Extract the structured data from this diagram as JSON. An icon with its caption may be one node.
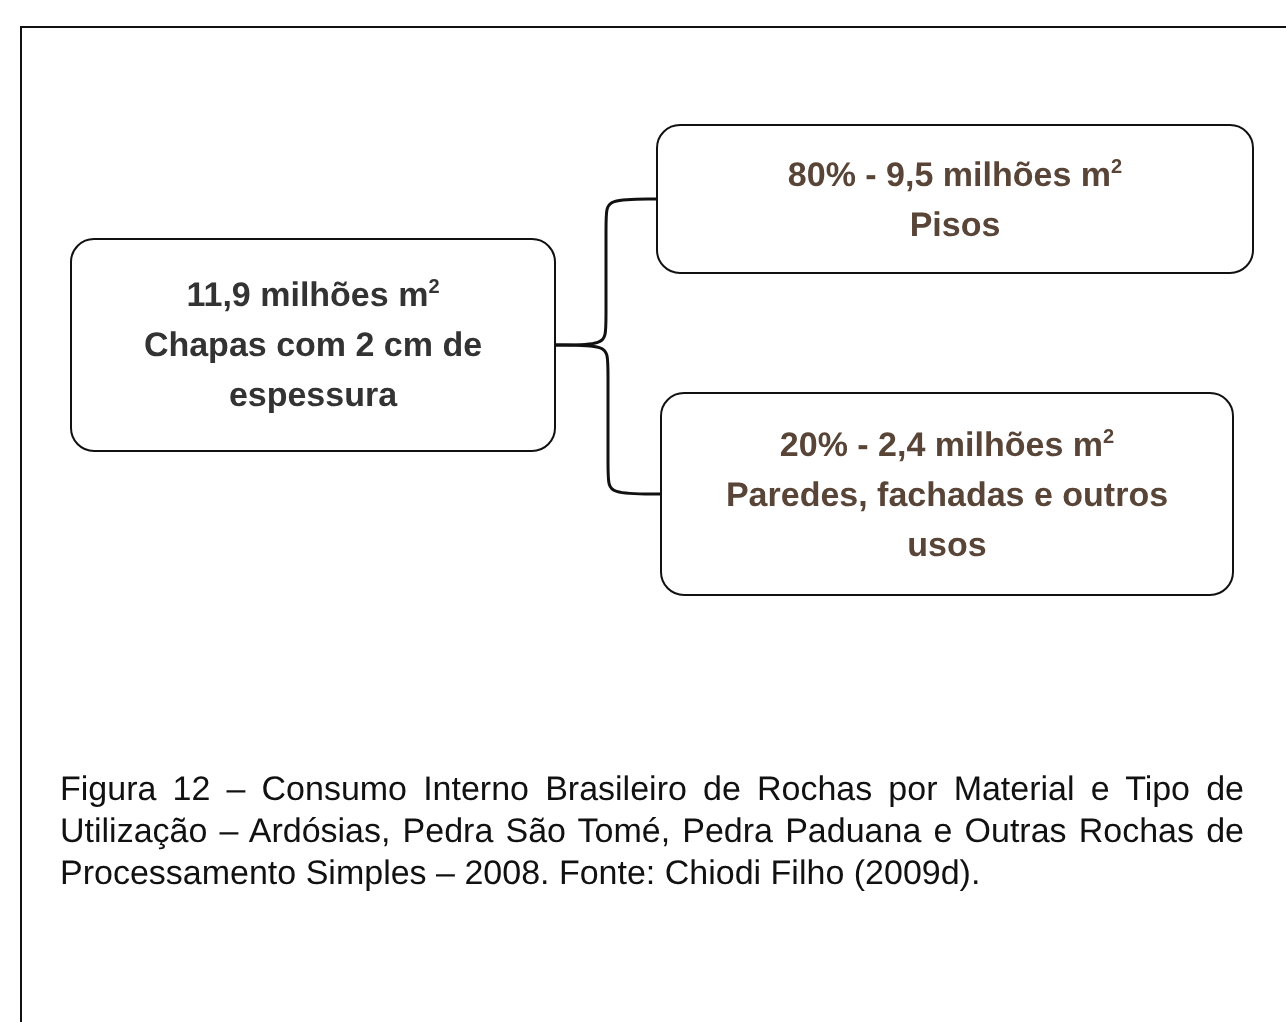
{
  "diagram": {
    "caption": "Figura 12 – Consumo Interno Brasileiro de Rochas por Material e Tipo de Utilização – Ardósias, Pedra São Tomé, Pedra Paduana e Outras Rochas de Processamento Simples – 2008. Fonte: Chiodi Filho (2009d).",
    "nodes": [
      {
        "text": [
          "11,9 milhões m$^{2}$",
          "Chapas com 2 cm de espessura"
        ]
      },
      {
        "text": [
          "80% - 9,5 milhões m$^{2}$",
          "Pisos"
        ]
      },
      {
        "text": [
          "20% - 2,4 milhões m$^{2}$",
          "Paredes, fachadas e outros usos"
        ]
      }
    ],
    "edges": [
      {
        "from": 0,
        "to": 1,
        "arrow": "none"
      },
      {
        "from": 0,
        "to": 2,
        "arrow": "none"
      }
    ]
  }
}
